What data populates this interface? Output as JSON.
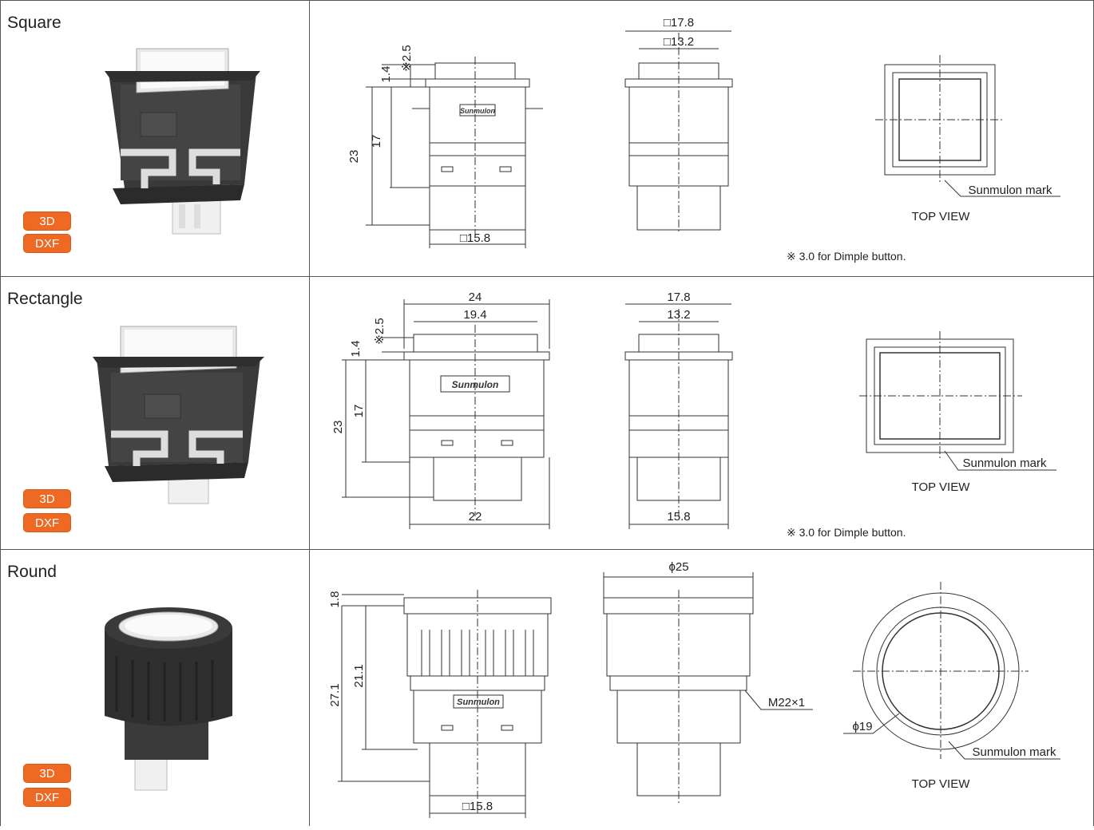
{
  "rows": [
    {
      "title": "Square",
      "btn_3d": "3D",
      "btn_dxf": "DXF",
      "front": {
        "top_dim1": "※2.5",
        "top_dim2": "1.4",
        "h_total": "23",
        "h_body": "17",
        "bottom": "□15.8",
        "logo": "Sunmulon"
      },
      "side": {
        "top_outer": "□17.8",
        "top_inner": "□13.2"
      },
      "top": {
        "mark": "Sunmulon mark",
        "label": "TOP VIEW"
      },
      "note": "※ 3.0 for Dimple button."
    },
    {
      "title": "Rectangle",
      "btn_3d": "3D",
      "btn_dxf": "DXF",
      "front": {
        "top_outer": "24",
        "top_inner": "19.4",
        "top_dim1": "※2.5",
        "top_dim2": "1.4",
        "h_total": "23",
        "h_body": "17",
        "bottom": "22",
        "logo": "Sunmulon"
      },
      "side": {
        "top_outer": "17.8",
        "top_inner": "13.2",
        "bottom": "15.8"
      },
      "top": {
        "mark": "Sunmulon mark",
        "label": "TOP VIEW"
      },
      "note": "※ 3.0 for Dimple button."
    },
    {
      "title": "Round",
      "btn_3d": "3D",
      "btn_dxf": "DXF",
      "front": {
        "top_dim": "1.8",
        "h_total": "27.1",
        "h_body": "21.1",
        "bottom": "□15.8",
        "logo": "Sunmulon"
      },
      "side": {
        "top_outer": "ϕ25",
        "thread": "M22×1"
      },
      "top": {
        "diameter": "ϕ19",
        "mark": "Sunmulon mark",
        "label": "TOP VIEW"
      }
    }
  ]
}
